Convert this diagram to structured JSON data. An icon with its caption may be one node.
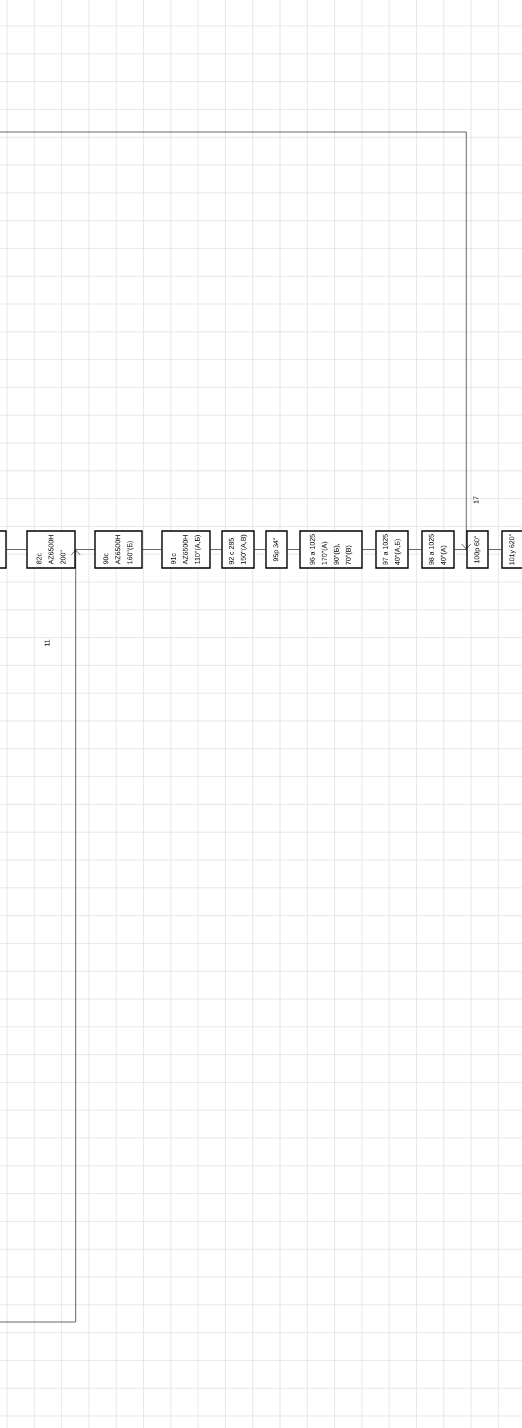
{
  "diagram": {
    "nodes": [
      {
        "text": [],
        "shape": "box"
      },
      {
        "text": [
          "82с",
          "AZ6500H",
          "200''"
        ]
      },
      {
        "text": [
          "90с",
          "AZ6500H",
          "160''(Б)"
        ]
      },
      {
        "text": [
          "91с",
          "AZ6500H",
          "110''(А,Б)"
        ]
      },
      {
        "text": [
          "92 с  285",
          "150''(А,В)"
        ]
      },
      {
        "text": [
          "95р   34''"
        ]
      },
      {
        "text": [
          "96 а  1025",
          "170''(А)",
          "90''(Б),",
          "70''(В)"
        ]
      },
      {
        "text": [
          "97 а  1025",
          "40''(А,Б)"
        ]
      },
      {
        "text": [
          "98 а  1025",
          "40''(А)"
        ]
      },
      {
        "text": [
          "100р   60''"
        ]
      },
      {
        "text": [
          "101у  620''"
        ]
      }
    ],
    "edges": [
      {
        "from": 0,
        "to": 1,
        "arrow": "none"
      },
      {
        "from": 1,
        "to": 2,
        "arrow": "none"
      },
      {
        "from": 2,
        "to": 3,
        "arrow": "none"
      },
      {
        "from": 3,
        "to": 4,
        "arrow": "none"
      },
      {
        "from": 4,
        "to": 5,
        "arrow": "none"
      },
      {
        "from": 5,
        "to": 6,
        "arrow": "none"
      },
      {
        "from": 6,
        "to": 7,
        "arrow": "none"
      },
      {
        "from": 7,
        "to": 8,
        "arrow": "none"
      },
      {
        "from": 8,
        "to": 9,
        "arrow": "none"
      },
      {
        "from": 9,
        "to": 10,
        "arrow": "none"
      },
      {
        "from": null,
        "to": 9,
        "arrow": "to",
        "label": "17"
      },
      {
        "from": null,
        "to": 1,
        "arrow": "to",
        "label": "11"
      }
    ]
  }
}
